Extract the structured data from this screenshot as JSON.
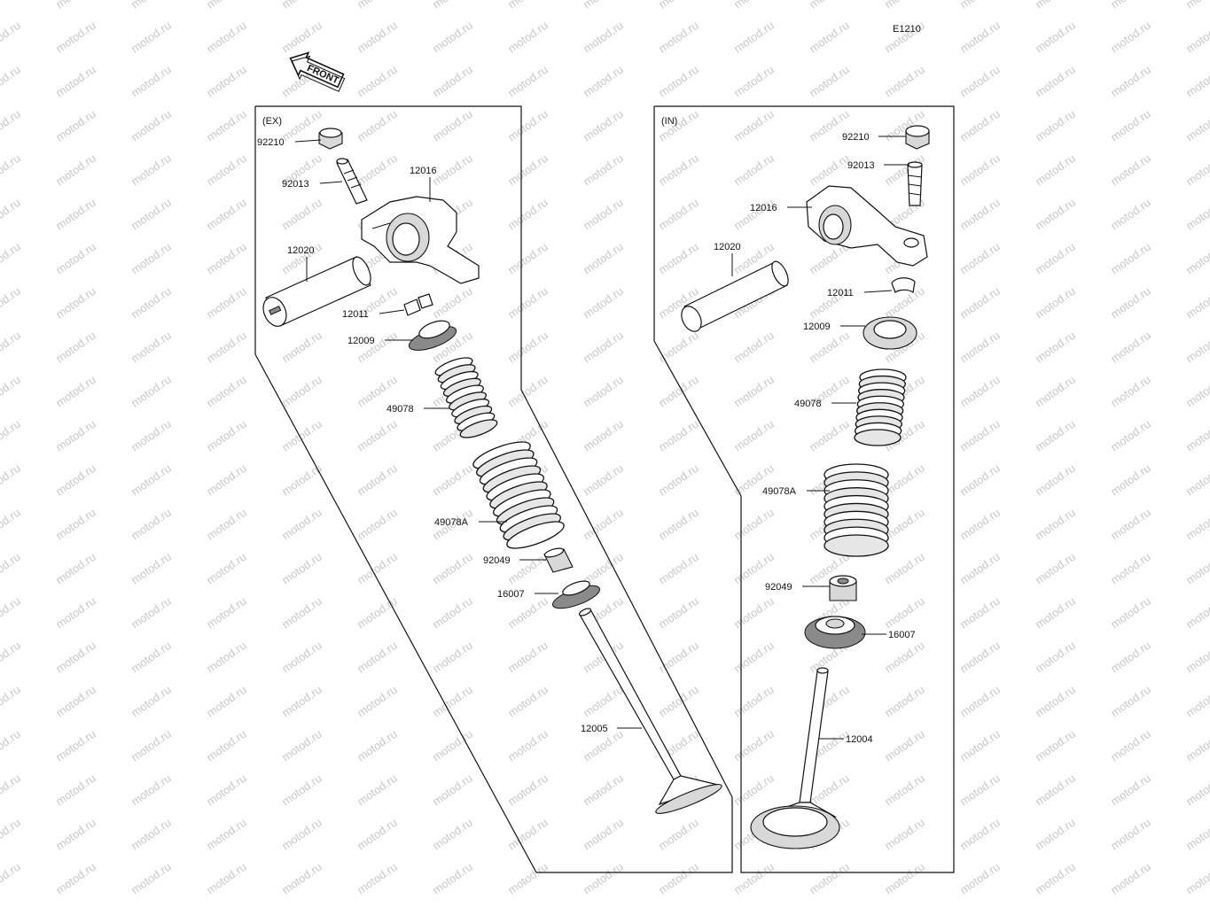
{
  "diagram_code": "E1210",
  "front_label": "FRONT",
  "panels": {
    "ex": {
      "title": "(EX)",
      "callouts": {
        "retainer_nut": "92210",
        "adjust_screw": "92013",
        "rocker_arm": "12016",
        "rocker_shaft": "12020",
        "cotter": "12011",
        "spring_retainer": "12009",
        "inner_spring": "49078",
        "outer_spring": "49078A",
        "stem_seal": "92049",
        "spring_seat": "16007",
        "valve": "12005"
      }
    },
    "in": {
      "title": "(IN)",
      "callouts": {
        "retainer_nut": "92210",
        "adjust_screw": "92013",
        "rocker_arm": "12016",
        "rocker_shaft": "12020",
        "cotter": "12011",
        "spring_retainer": "12009",
        "inner_spring": "49078",
        "outer_spring": "49078A",
        "stem_seal": "92049",
        "spring_seat": "16007",
        "valve": "12004"
      }
    }
  },
  "watermark": "motod.ru"
}
